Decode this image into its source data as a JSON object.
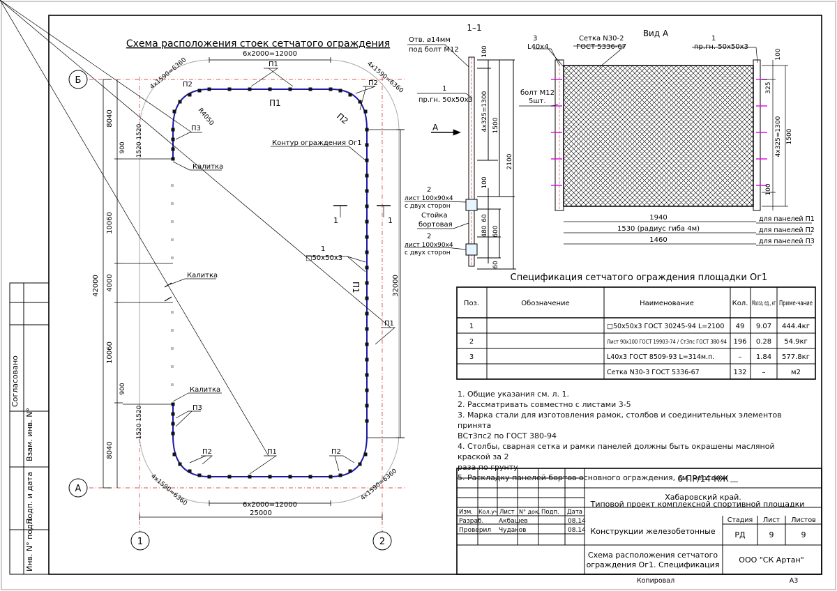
{
  "scheme": {
    "title": "Схема расположения стоек сетчатого ограждения",
    "axes": {
      "b": "Б",
      "a": "А",
      "n1": "1",
      "n2": "2"
    },
    "dims": {
      "top": "6х2000=12000",
      "bottom": "6х2000=12000",
      "total_width": "25000",
      "corner_tl": "4х1590=6360",
      "corner_tr": "4х1590=6360",
      "corner_bl": "4х1590=6360",
      "corner_br": "4х1590=6360",
      "left_1": "8040",
      "left_2": "10060",
      "left_3": "4000",
      "left_4": "10060",
      "left_5": "8040",
      "left_total": "42000",
      "right_total": "32000",
      "side_900_top": "900",
      "side_900_bot": "900",
      "side_1520_top": "1520 1520",
      "side_1520_bot": "1520 1520",
      "radius": "R4050"
    },
    "labels": {
      "p1": "П1",
      "p2": "П2",
      "p3": "П3",
      "gate": "Калитка",
      "contour": "Контур ограждения Ог1",
      "pos1": "1",
      "profile": "□50х50х3",
      "section_mark": "1"
    }
  },
  "section": {
    "title": "1–1",
    "hole": "Отв. ⌀14мм",
    "hole_sub": "под болт М12",
    "pos1": "1",
    "pos1_sub": "пр.гн. 50х50х3",
    "arrow_a": "А",
    "plate_top": "2",
    "plate_top_sub1": "лист 100х90х4",
    "plate_top_sub2": "с двух сторон",
    "post": "Стойка",
    "post_sub": "бортовая",
    "plate_bot": "2",
    "plate_bot_sub1": "лист 100х90х4",
    "plate_bot_sub2": "с двух сторон",
    "d100a": "100",
    "d4x325": "4х325=1300",
    "d1500": "1500",
    "d2100": "2100",
    "d100b": "100",
    "d60a": "60",
    "d480": "480",
    "d600": "600",
    "d60b": "60"
  },
  "view": {
    "title": "Вид А",
    "mesh": "Сетка N30-2",
    "mesh_std": "ГОСТ 5336-67",
    "angle_pos": "3",
    "angle": "L40х4",
    "pos1": "1",
    "pos1_sub": "пр.гн. 50х50х3",
    "bolt": "болт М12",
    "bolt_qty": "5шт.",
    "d100t": "100",
    "d325": "325",
    "d4x325": "4х325=1300",
    "d1500": "1500",
    "d100b": "100",
    "w1": "1940",
    "w2": "1530 (радиус гиба 4м)",
    "w3": "1460",
    "for_p1": "для панелей П1",
    "for_p2": "для панелей П2",
    "for_p3": "для панелей П3"
  },
  "spec": {
    "title": "Спецификация сетчатого ограждения площадки Ог1",
    "headers": [
      "Поз.",
      "Обозначение",
      "Наименование",
      "Кол.",
      "Масса, ед., кг",
      "Приме-чание"
    ],
    "rows": [
      {
        "pos": "1",
        "des": "",
        "name": "□50х50х3 ГОСТ 30245-94  L=2100",
        "qty": "49",
        "mass": "9.07",
        "note": "444.4кг"
      },
      {
        "pos": "2",
        "des": "",
        "name": "Лист 90х100 ГОСТ 19903-74 / Ст3пс ГОСТ 380-94",
        "qty": "196",
        "mass": "0.28",
        "note": "54.9кг"
      },
      {
        "pos": "3",
        "des": "",
        "name": "L40х3 ГОСТ 8509-93  L=314м.п.",
        "qty": "–",
        "mass": "1.84",
        "note": "577.8кг"
      },
      {
        "pos": "",
        "des": "",
        "name": "Сетка N30-3 ГОСТ 5336-67",
        "qty": "132",
        "mass": "–",
        "note": "м2"
      }
    ]
  },
  "notes": [
    "1. Общие указания см. л. 1.",
    "2. Рассматривать совместно с листами 3-5",
    "3. Марка стали для изготовления рамок, столбов и соединительных элементов принята",
    "ВСт3пс2 по ГОСТ 380-94",
    "4. Столбы, сварная сетка и рамки панелей должны быть окрашены масляной краской за 2",
    "раза по грунту",
    "5. Раскладку панелей бортов основного ограждения, см. чертежи __"
  ],
  "stamp": {
    "code": "6-ПР/14-КЖ",
    "project_1": "Хабаровский край.",
    "project_2": "Типовой проект комплексной спортивной площадки",
    "col_izm": "Изм.",
    "col_koluch": "Кол.уч",
    "col_list": "Лист",
    "col_ndok": "N° док.",
    "col_podp": "Подп.",
    "col_data": "Дата",
    "razrab": "Разраб.",
    "razrab_name": "Акбашев",
    "razrab_date": "08.14",
    "prover": "Проверил",
    "prover_name": "Чудаков",
    "prover_date": "08.14",
    "section_name": "Конструкции железобетонные",
    "stage_h": "Стадия",
    "list_h": "Лист",
    "lists_h": "Листов",
    "stage": "РД",
    "list": "9",
    "lists": "9",
    "sheet_1": "Схема расположения сетчатого",
    "sheet_2": "ограждения Ог1. Спецификация",
    "org": "ООО \"СК Артан\"",
    "copied": "Копировал",
    "format": "А3"
  },
  "side_stamp": {
    "agreed": "Согласовано",
    "inv_vzam": "Взам. инв. N°",
    "sign_date": "Подп. и дата",
    "inv_podl": "Инв. N° подл."
  },
  "colors": {
    "contour": "#1a1aa8",
    "magenta": "#e000e0",
    "title": "#c000c0",
    "red": "#d02020"
  }
}
